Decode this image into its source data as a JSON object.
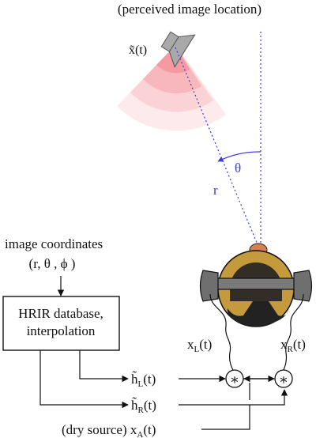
{
  "labels": {
    "perceived_location": "(perceived image location)",
    "virtual_source": "x̃(t)",
    "theta": "θ",
    "radius": "r",
    "image_coordinates": "image coordinates",
    "coord_tuple": "(r, θ , ϕ )",
    "hrir_line1": "HRIR database,",
    "hrir_line2": "interpolation",
    "h_left_main": "h̃",
    "h_left_sub": "L",
    "h_left_tail": "(t)",
    "h_right_main": "h̃",
    "h_right_sub": "R",
    "h_right_tail": "(t)",
    "dry_source_main": "(dry source) x",
    "dry_source_sub": "A",
    "dry_source_tail": "(t)",
    "xl_main": "x",
    "xl_sub": "L",
    "xl_tail": "(t)",
    "xr_main": "x",
    "xr_sub": "R",
    "xr_tail": "(t)",
    "conv_symbol": "∗"
  },
  "colors": {
    "speaker": "#a9a9a9",
    "sound_wave": "#ee3344",
    "geometry_blue": "#3b3bd6",
    "head_skin": "#c49a3c",
    "headphone_gray": "#6f6f6f",
    "face_dark": "#222222",
    "nose": "#d9804a"
  }
}
